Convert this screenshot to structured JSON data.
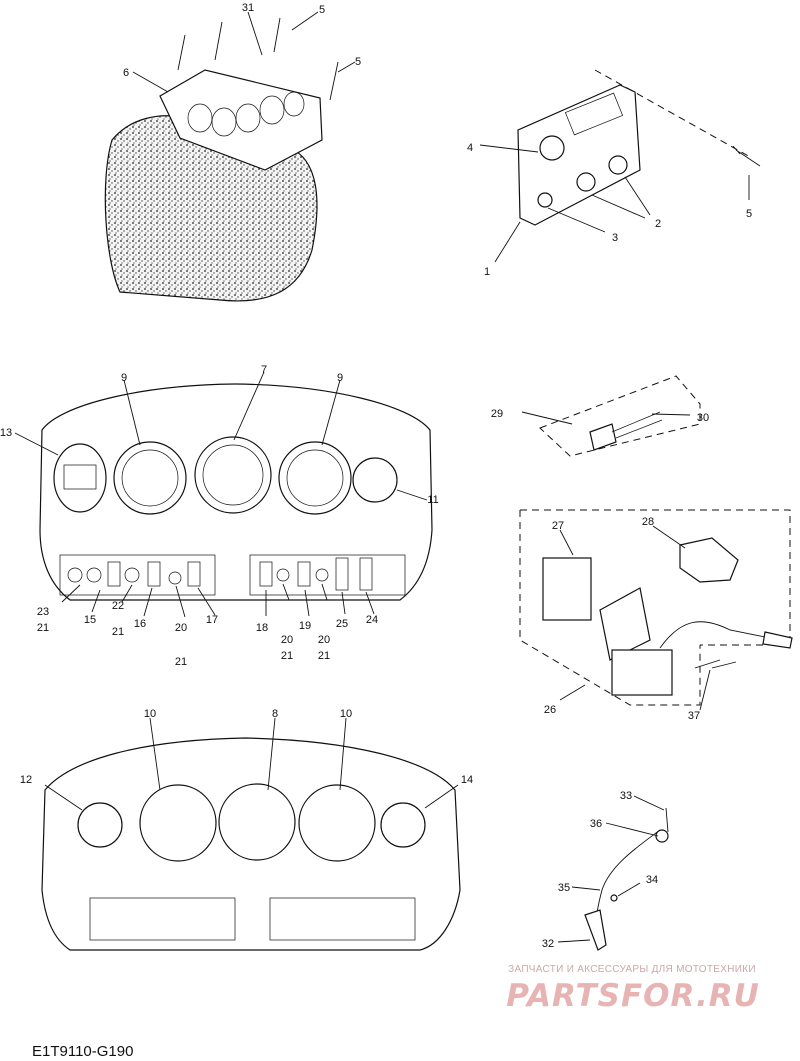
{
  "diagram": {
    "drawing_code": "E1T9110-G190",
    "watermark": {
      "tagline": "ЗАПЧАСТИ И АКСЕССУАРЫ ДЛЯ МОТОТЕХНИКИ",
      "logo_text": "PARTSFOR.RU",
      "color": "#e8b3b3"
    },
    "callouts": [
      {
        "id": "c31",
        "text": "31"
      },
      {
        "id": "c5a",
        "text": "5"
      },
      {
        "id": "c6",
        "text": "6"
      },
      {
        "id": "c5b",
        "text": "5"
      },
      {
        "id": "c4",
        "text": "4"
      },
      {
        "id": "c5c",
        "text": "5"
      },
      {
        "id": "c2",
        "text": "2"
      },
      {
        "id": "c3",
        "text": "3"
      },
      {
        "id": "c1",
        "text": "1"
      },
      {
        "id": "c7",
        "text": "7"
      },
      {
        "id": "c9a",
        "text": "9"
      },
      {
        "id": "c9b",
        "text": "9"
      },
      {
        "id": "c13",
        "text": "13"
      },
      {
        "id": "c11",
        "text": "11"
      },
      {
        "id": "c29",
        "text": "29"
      },
      {
        "id": "c30",
        "text": "30"
      },
      {
        "id": "c27",
        "text": "27"
      },
      {
        "id": "c28",
        "text": "28"
      },
      {
        "id": "c26",
        "text": "26"
      },
      {
        "id": "c37",
        "text": "37"
      },
      {
        "id": "c23",
        "text": "23"
      },
      {
        "id": "c21a",
        "text": "21"
      },
      {
        "id": "c15",
        "text": "15"
      },
      {
        "id": "c22",
        "text": "22"
      },
      {
        "id": "c21b",
        "text": "21"
      },
      {
        "id": "c16",
        "text": "16"
      },
      {
        "id": "c20a",
        "text": "20"
      },
      {
        "id": "c21c",
        "text": "21"
      },
      {
        "id": "c17",
        "text": "17"
      },
      {
        "id": "c18",
        "text": "18"
      },
      {
        "id": "c20b",
        "text": "20"
      },
      {
        "id": "c21d",
        "text": "21"
      },
      {
        "id": "c19",
        "text": "19"
      },
      {
        "id": "c20c",
        "text": "20"
      },
      {
        "id": "c21e",
        "text": "21"
      },
      {
        "id": "c25",
        "text": "25"
      },
      {
        "id": "c24",
        "text": "24"
      },
      {
        "id": "c10a",
        "text": "10"
      },
      {
        "id": "c8",
        "text": "8"
      },
      {
        "id": "c10b",
        "text": "10"
      },
      {
        "id": "c12",
        "text": "12"
      },
      {
        "id": "c14",
        "text": "14"
      },
      {
        "id": "c33",
        "text": "33"
      },
      {
        "id": "c36",
        "text": "36"
      },
      {
        "id": "c34",
        "text": "34"
      },
      {
        "id": "c35",
        "text": "35"
      },
      {
        "id": "c32",
        "text": "32"
      }
    ]
  }
}
